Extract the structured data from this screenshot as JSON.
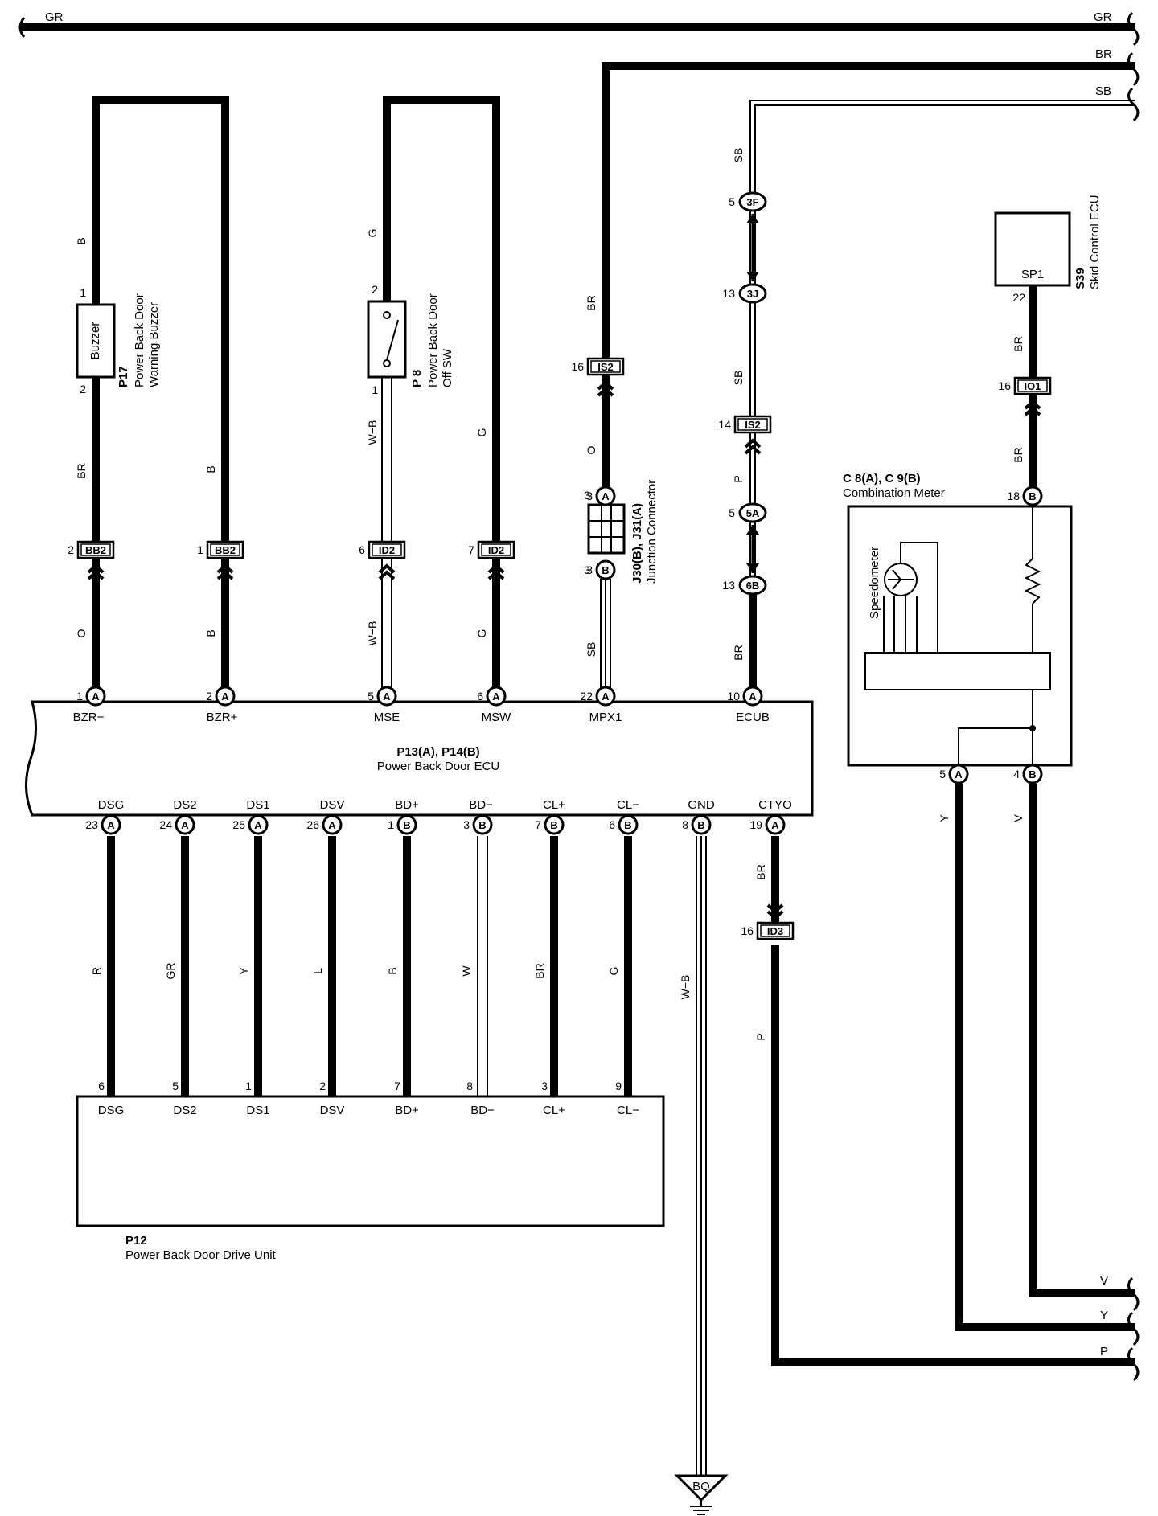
{
  "colors": {
    "ink": "#000000",
    "paper": "#ffffff"
  },
  "top_bus": {
    "gr": "GR",
    "br": "BR",
    "sb": "SB"
  },
  "components": {
    "p17": {
      "box_text": "Buzzer",
      "code": "P17",
      "name_line1": "Power Back Door",
      "name_line2": "Warning Buzzer",
      "pin_top": "1",
      "pin_bottom": "2"
    },
    "p8": {
      "code": "P 8",
      "name_line1": "Power Back Door",
      "name_line2": "Off SW",
      "pin_top": "2",
      "pin_bottom": "1"
    },
    "j30": {
      "code": "J30(B), J31(A)",
      "name": "Junction Connector",
      "pin_top": "3",
      "pin_bottom": "3",
      "top_conn": "A",
      "bottom_conn": "B"
    },
    "s39": {
      "box_text": "SP1",
      "code": "S39",
      "name": "Skid Control ECU",
      "pin": "22"
    },
    "meter": {
      "code": "C 8(A), C 9(B)",
      "name": "Combination Meter",
      "gauge": "Speedometer",
      "pin_top": "18",
      "pin_top_conn": "B",
      "pin_y": "5",
      "pin_y_conn": "A",
      "pin_v": "4",
      "pin_v_conn": "B"
    },
    "ecu": {
      "code": "P13(A), P14(B)",
      "name": "Power Back Door ECU"
    },
    "p12": {
      "code": "P12",
      "name": "Power Back Door Drive Unit"
    },
    "ground": {
      "label": "BQ"
    }
  },
  "ecu_top_pins": [
    {
      "name": "BZR−",
      "pin": "1",
      "conn": "A"
    },
    {
      "name": "BZR+",
      "pin": "2",
      "conn": "A"
    },
    {
      "name": "MSE",
      "pin": "5",
      "conn": "A"
    },
    {
      "name": "MSW",
      "pin": "6",
      "conn": "A"
    },
    {
      "name": "MPX1",
      "pin": "22",
      "conn": "A"
    },
    {
      "name": "ECUB",
      "pin": "10",
      "conn": "A"
    }
  ],
  "ecu_bottom_pins": [
    {
      "name": "DSG",
      "pin": "23",
      "conn": "A"
    },
    {
      "name": "DS2",
      "pin": "24",
      "conn": "A"
    },
    {
      "name": "DS1",
      "pin": "25",
      "conn": "A"
    },
    {
      "name": "DSV",
      "pin": "26",
      "conn": "A"
    },
    {
      "name": "BD+",
      "pin": "1",
      "conn": "B"
    },
    {
      "name": "BD−",
      "pin": "3",
      "conn": "B"
    },
    {
      "name": "CL+",
      "pin": "7",
      "conn": "B"
    },
    {
      "name": "CL−",
      "pin": "6",
      "conn": "B"
    },
    {
      "name": "GND",
      "pin": "8",
      "conn": "B"
    },
    {
      "name": "CTYO",
      "pin": "19",
      "conn": "A"
    }
  ],
  "drive_unit_pins": [
    {
      "name": "DSG",
      "pin": "6",
      "wire": "R"
    },
    {
      "name": "DS2",
      "pin": "5",
      "wire": "GR"
    },
    {
      "name": "DS1",
      "pin": "1",
      "wire": "Y"
    },
    {
      "name": "DSV",
      "pin": "2",
      "wire": "L"
    },
    {
      "name": "BD+",
      "pin": "7",
      "wire": "B"
    },
    {
      "name": "BD−",
      "pin": "8",
      "wire": "W"
    },
    {
      "name": "CL+",
      "pin": "3",
      "wire": "BR"
    },
    {
      "name": "CL−",
      "pin": "9",
      "wire": "G"
    }
  ],
  "splices": {
    "bb2_a": {
      "label": "BB2",
      "pin": "2"
    },
    "bb2_b": {
      "label": "BB2",
      "pin": "1"
    },
    "id2_a": {
      "label": "ID2",
      "pin": "6"
    },
    "id2_b": {
      "label": "ID2",
      "pin": "7"
    },
    "is2_a": {
      "label": "IS2",
      "pin": "16"
    },
    "is2_b": {
      "label": "IS2",
      "pin": "14"
    },
    "io1": {
      "label": "IO1",
      "pin": "16"
    },
    "id3": {
      "label": "ID3",
      "pin": "16"
    },
    "c3f": {
      "label": "3F",
      "pin": "5"
    },
    "c3j": {
      "label": "3J",
      "pin": "13"
    },
    "c5a": {
      "label": "5A",
      "pin": "5"
    },
    "c6b": {
      "label": "6B",
      "pin": "13"
    }
  },
  "wire_labels": {
    "p17_top": "B",
    "p17_mid": "BR",
    "p17_low": "O",
    "bzrp_mid": "B",
    "bzrp_low": "B",
    "p8_top": "G",
    "p8_mid": "W−B",
    "p8_low": "W−B",
    "msw_mid": "G",
    "msw_low": "G",
    "mpx_top": "BR",
    "mpx_mid": "O",
    "mpx_low": "SB",
    "ecub_1": "SB",
    "ecub_2": "SB",
    "ecub_3": "P",
    "ecub_4": "BR",
    "s39_1": "BR",
    "s39_2": "BR",
    "meter_y": "Y",
    "meter_v": "V",
    "ctyo_1": "BR",
    "ctyo_2": "P",
    "gnd": "W−B",
    "right_v": "V",
    "right_y": "Y",
    "right_p": "P"
  }
}
